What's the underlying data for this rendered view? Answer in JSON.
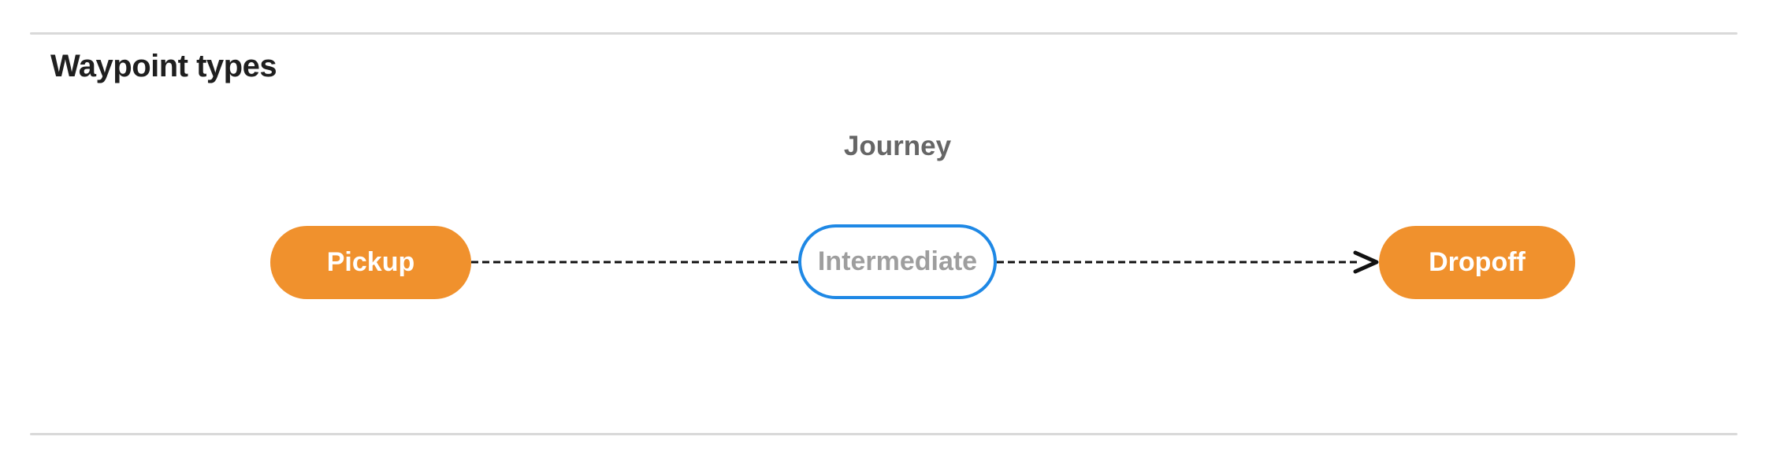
{
  "section": {
    "title": "Waypoint types"
  },
  "diagram": {
    "title": "Journey",
    "nodes": [
      {
        "id": "pickup",
        "label": "Pickup",
        "shape": "pill",
        "style": "filled-orange"
      },
      {
        "id": "intermediate",
        "label": "Intermediate",
        "shape": "pill",
        "style": "outlined-blue"
      },
      {
        "id": "dropoff",
        "label": "Dropoff",
        "shape": "pill",
        "style": "filled-orange"
      }
    ],
    "edges": [
      {
        "from": "Pickup",
        "to": "Intermediate",
        "style": "dashed",
        "arrowhead": false
      },
      {
        "from": "Intermediate",
        "to": "Dropoff",
        "style": "dashed",
        "arrowhead": true
      }
    ],
    "colors": {
      "node_fill": "#F0912D",
      "node_label": "#FFFFFF",
      "intermediate_border": "#1E88E5",
      "intermediate_text": "#9E9E9E",
      "diagram_title_text": "#666666",
      "connector": "#111111",
      "section_title_text": "#1F1F1F",
      "divider": "#D9D9D9"
    }
  }
}
